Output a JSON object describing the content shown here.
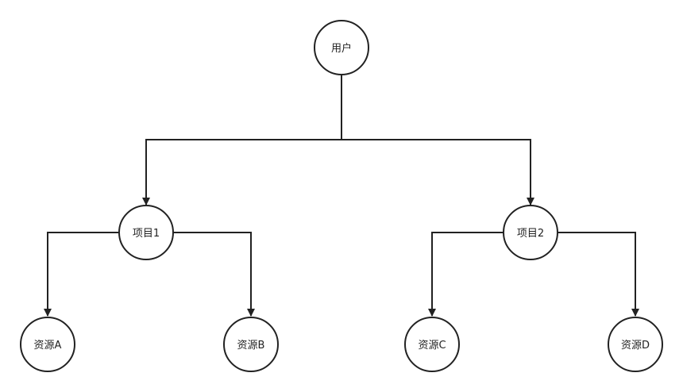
{
  "diagram": {
    "nodes": {
      "user": {
        "label": "用户"
      },
      "project1": {
        "label": "项目1"
      },
      "project2": {
        "label": "项目2"
      },
      "resourceA": {
        "label": "资源A"
      },
      "resourceB": {
        "label": "资源B"
      },
      "resourceC": {
        "label": "资源C"
      },
      "resourceD": {
        "label": "资源D"
      }
    }
  }
}
